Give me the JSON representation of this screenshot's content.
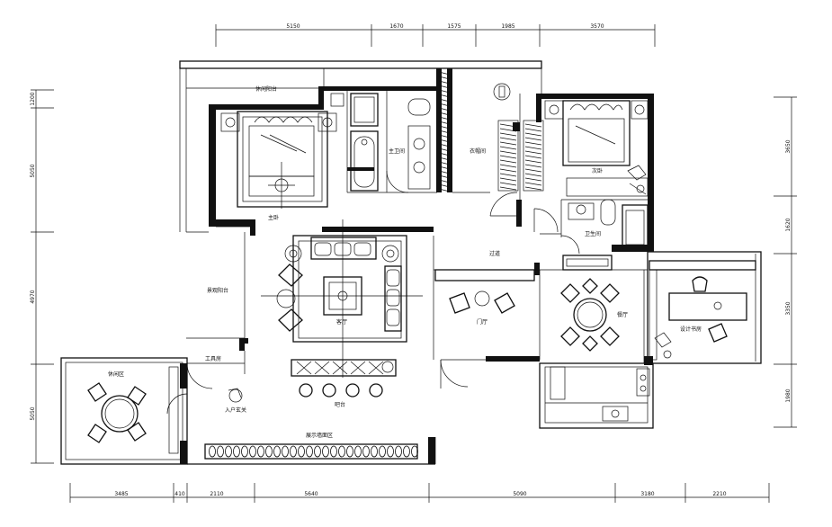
{
  "plan": {
    "dimensions_top": [
      "5150",
      "1670",
      "1575",
      "1985",
      "3570"
    ],
    "dimensions_bottom": [
      "3485",
      "410",
      "2110",
      "5640",
      "5090",
      "3180",
      "2210"
    ],
    "dimensions_left": [
      "1200",
      "5050",
      "4970",
      "5050"
    ],
    "dimensions_right": [
      "3650",
      "1620",
      "3350",
      "1980"
    ],
    "rooms": {
      "balcony_top": "休闲阳台",
      "master_bedroom": "主卧",
      "master_bath": "主卫间",
      "cloakroom": "衣帽间",
      "second_bedroom": "次卧",
      "second_bath": "卫生间",
      "corridor": "过道",
      "living_balcony": "景观阳台",
      "living_room": "客厅",
      "foyer": "门厅",
      "dining": "餐厅",
      "study": "设计书房",
      "storage": "工具房",
      "tea_room": "休闲区",
      "entrance": "入户玄关",
      "bar": "吧台",
      "display": "展示墙面区"
    }
  }
}
